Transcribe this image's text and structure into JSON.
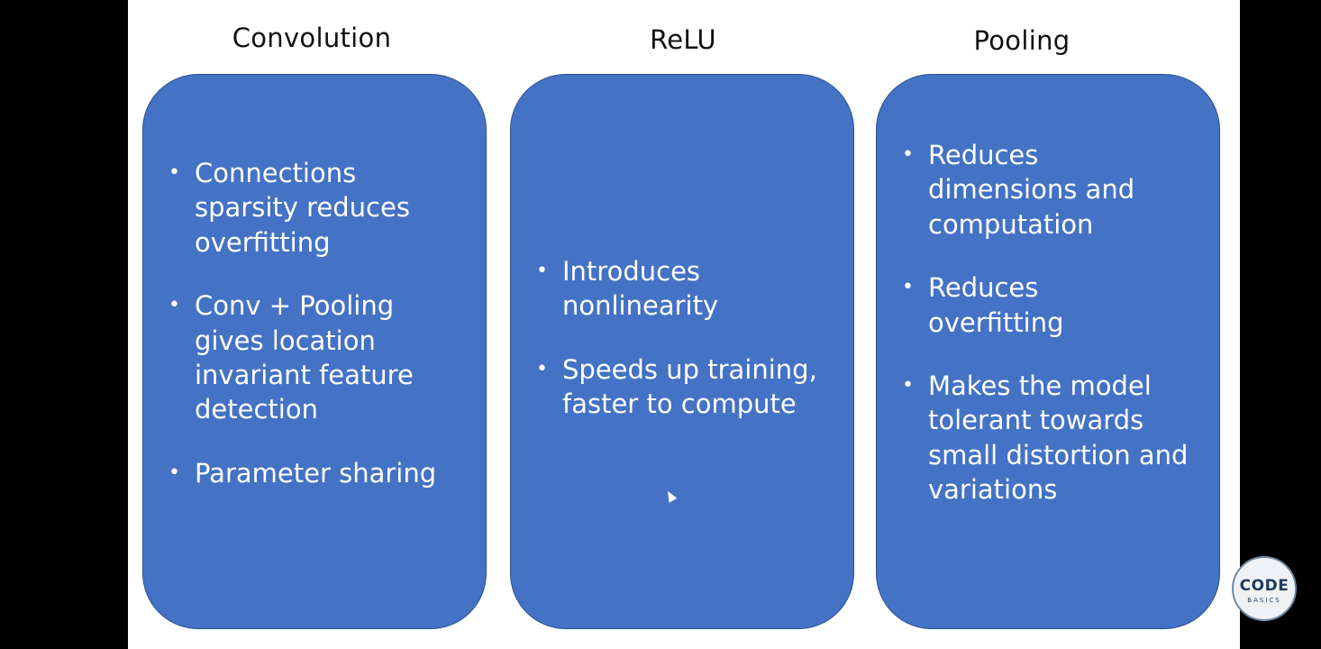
{
  "slide": {
    "columns": [
      {
        "title": "Convolution",
        "bullets": [
          "Connections sparsity reduces overfitting",
          "Conv + Pooling gives location invariant feature detection",
          "Parameter sharing"
        ]
      },
      {
        "title": "ReLU",
        "bullets": [
          "Introduces nonlinearity",
          "Speeds up training, faster to compute"
        ]
      },
      {
        "title": "Pooling",
        "bullets": [
          "Reduces dimensions and computation",
          "Reduces overfitting",
          "Makes the model tolerant towards small distortion and variations"
        ]
      }
    ],
    "bullet_glyph": "•",
    "card_color": "#4472c4"
  },
  "logo": {
    "line1": "CODE",
    "line2": "BASICS"
  }
}
